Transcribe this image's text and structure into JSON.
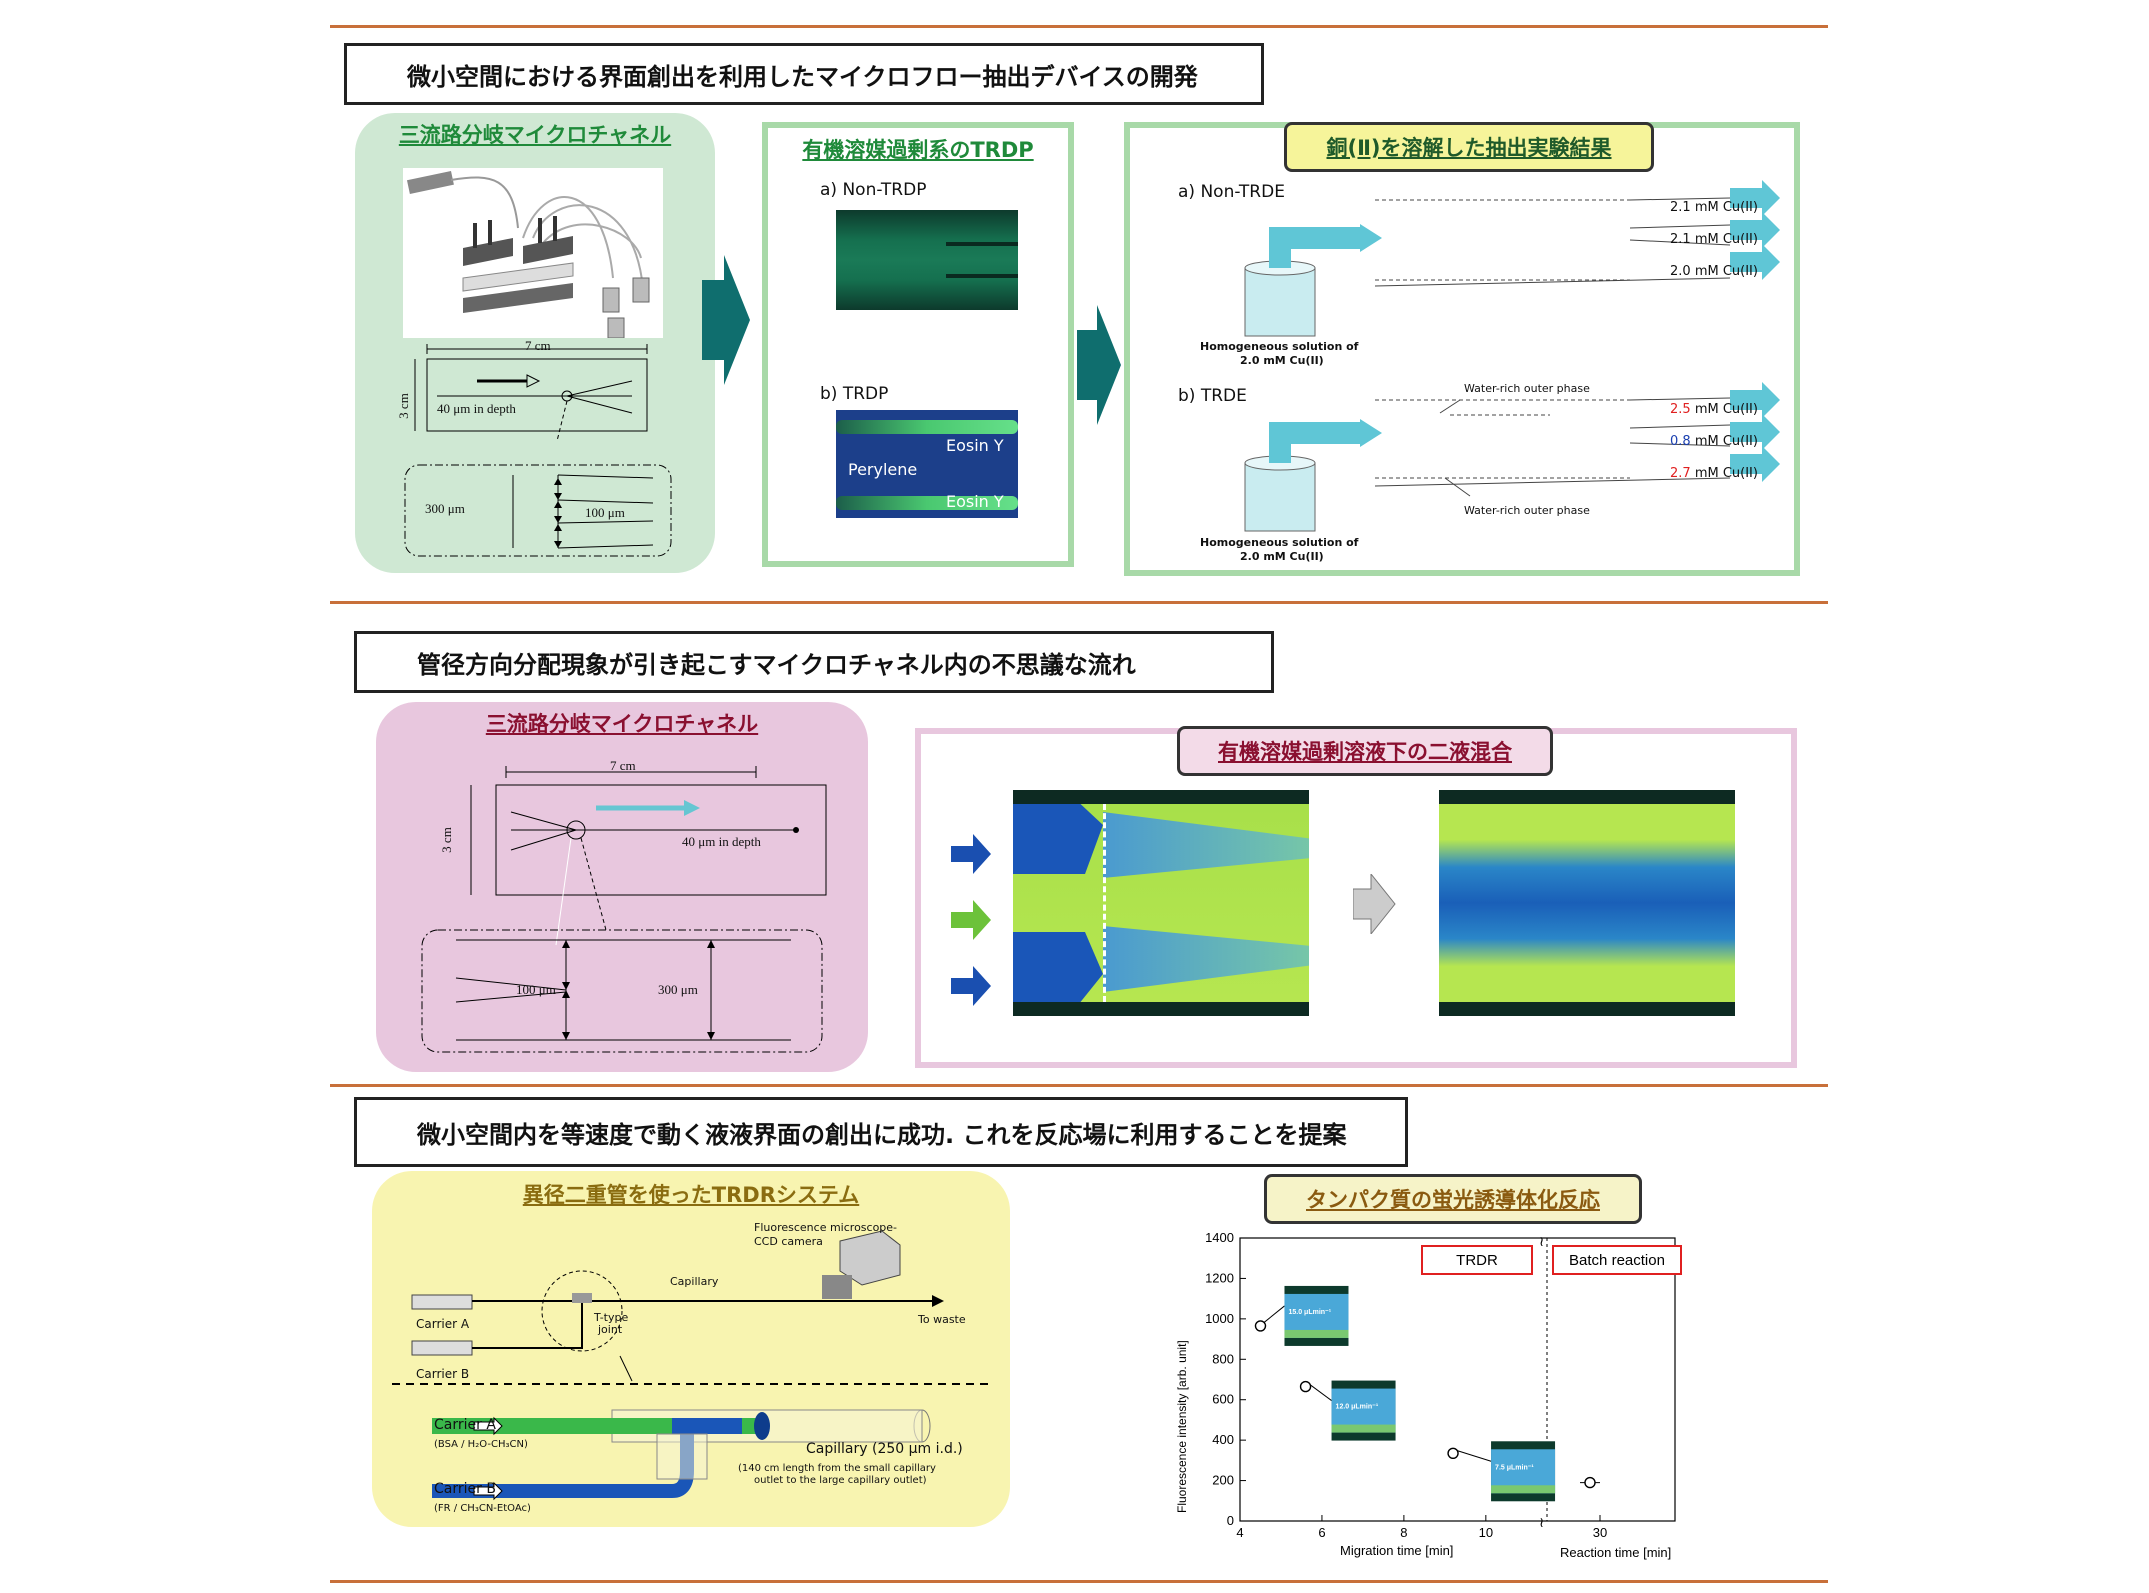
{
  "section1": {
    "title": "微小空間における界面創出を利用したマイクロフロー抽出デバイスの開発",
    "panel_left": {
      "title": "三流路分岐マイクロチャネル",
      "dim_width": "7 cm",
      "dim_height": "3 cm",
      "depth": "40 μm in depth",
      "dim_300": "300 μm",
      "dim_100": "100 μm"
    },
    "panel_mid": {
      "title": "有機溶媒過剰系のTRDP",
      "a_label": "a) Non-TRDP",
      "b_label": "b) TRDP",
      "eosin1": "Eosin Y",
      "perylene": "Perylene",
      "eosin2": "Eosin Y"
    },
    "panel_right": {
      "title": "銅(Ⅱ)を溶解した抽出実験結果",
      "a_label": "a) Non-TRDE",
      "b_label": "b) TRDE",
      "homog_a_1": "Homogeneous solution of",
      "homog_a_2": "2.0 mM Cu(II)",
      "homog_b_1": "Homogeneous solution of",
      "homog_b_2": "2.0 mM Cu(II)",
      "water_rich_top": "Water-rich outer phase",
      "water_rich_bottom": "Water-rich outer phase",
      "a_results": [
        {
          "value": "2.1",
          "unit": " mM Cu(II)"
        },
        {
          "value": "2.1",
          "unit": " mM Cu(II)"
        },
        {
          "value": "2.0",
          "unit": " mM Cu(II)"
        }
      ],
      "b_results": [
        {
          "value": "2.5",
          "unit": " mM Cu(II)",
          "color": "#e02020"
        },
        {
          "value": "0.8",
          "unit": " mM Cu(II)",
          "color": "#1a3fb0"
        },
        {
          "value": "2.7",
          "unit": " mM Cu(II)",
          "color": "#e02020"
        }
      ]
    }
  },
  "section2": {
    "title": "管径方向分配現象が引き起こすマイクロチャネル内の不思議な流れ",
    "panel_left": {
      "title": "三流路分岐マイクロチャネル",
      "dim_width": "7 cm",
      "dim_height": "3 cm",
      "depth": "40 μm in depth",
      "dim_100": "100 μm",
      "dim_300": "300 μm"
    },
    "panel_right": {
      "title": "有機溶媒過剰溶液下の二液混合"
    }
  },
  "section3": {
    "title": "微小空間内を等速度で動く液液界面の創出に成功. これを反応場に利用することを提案",
    "panel_left": {
      "title": "異径二重管を使ったTRDRシステム",
      "camera": "Fluorescence microscope-",
      "camera2": "CCD camera",
      "capillary": "Capillary",
      "to_waste": "To waste",
      "t_joint": "T-type",
      "t_joint2": "joint",
      "carrier_a_small": "Carrier A",
      "carrier_b_small": "Carrier B",
      "carrier_a": "Carrier A",
      "carrier_a_sub": "(BSA / H₂O-CH₃CN)",
      "carrier_b": "Carrier B",
      "carrier_b_sub": "(FR / CH₃CN-EtOAc)",
      "capillary_big": "Capillary (250 μm i.d.)",
      "capillary_note1": "(140 cm length from the small capillary",
      "capillary_note2": "outlet to the large capillary outlet)"
    },
    "panel_right": {
      "title": "タンパク質の蛍光誘導体化反応"
    }
  },
  "chart_data": {
    "type": "scatter",
    "ylabel": "Fluorescence intensity [arb. unit]",
    "xlabel_left": "Migration time [min]",
    "xlabel_right": "Reaction time [min]",
    "ylim": [
      0,
      1400
    ],
    "yticks": [
      "0",
      "200",
      "400",
      "600",
      "800",
      "1000",
      "1200",
      "1400"
    ],
    "xlim_left": [
      4,
      11.2
    ],
    "xticks_left": [
      "4",
      "6",
      "8",
      "10"
    ],
    "xticks_right": [
      "30"
    ],
    "legend_left": "TRDR",
    "legend_right": "Batch reaction",
    "series": [
      {
        "name": "TRDR",
        "points": [
          {
            "x": 4.5,
            "y": 965,
            "inset": "15.0 μLmin⁻¹"
          },
          {
            "x": 5.6,
            "y": 665,
            "inset": "12.0 μLmin⁻¹"
          },
          {
            "x": 9.2,
            "y": 335,
            "inset": "7.5 μLmin⁻¹"
          }
        ]
      },
      {
        "name": "Batch reaction",
        "points": [
          {
            "x": 30,
            "y": 190
          }
        ]
      }
    ]
  }
}
